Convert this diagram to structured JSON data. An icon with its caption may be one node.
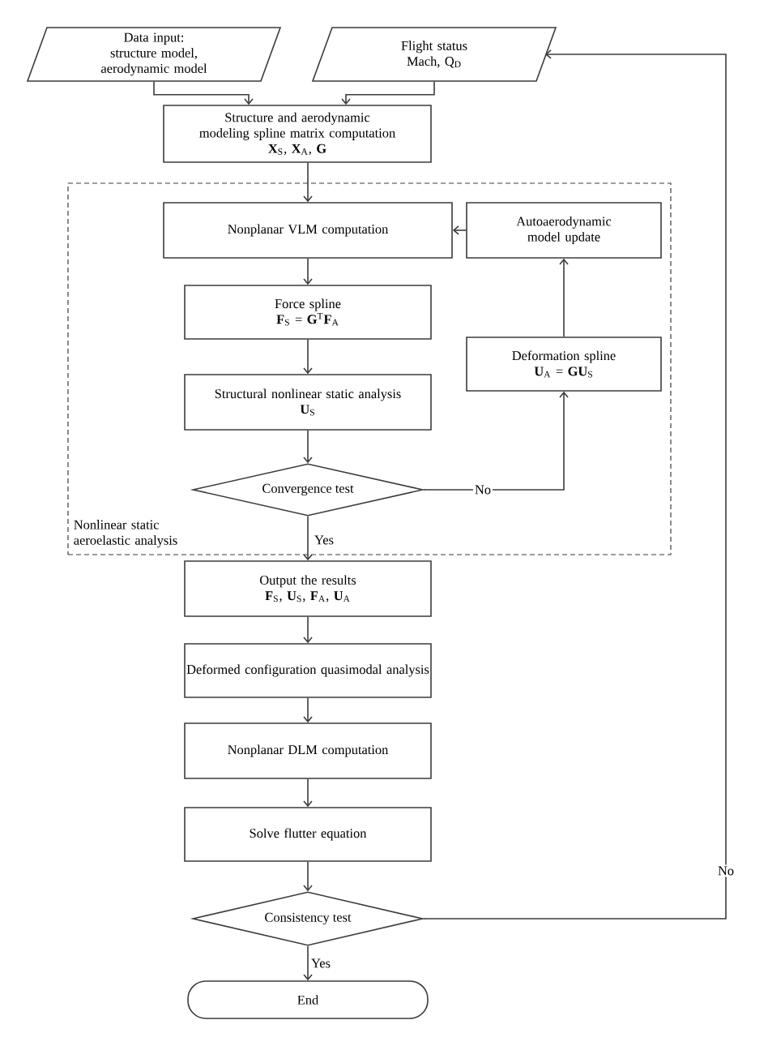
{
  "diagram": {
    "nodes": [
      {
        "text": [
          "Data input: structure model, aerodynamic model"
        ]
      },
      {
        "text": [
          "Flight status Mach, Q$_{D}$"
        ]
      },
      {
        "text": [
          "Structure and aerodynamic modeling spline matrix computation",
          "**X**$_{S}$, **X**$_{A}$, **G**"
        ]
      },
      {
        "text": [
          "Nonlinear static aeroelastic analysis"
        ]
      },
      {
        "text": [
          "Nonplanar VLM computation"
        ],
        "in": 3
      },
      {
        "text": [
          "Autoaerodynamic model update"
        ],
        "in": 3
      },
      {
        "text": [
          "Force spline",
          "**F**$_{S}$ = **G**$^{T}$**F**$_{A}$"
        ],
        "in": 3
      },
      {
        "text": [
          "Structural nonlinear static analysis",
          "**U**$_{S}$"
        ],
        "in": 3
      },
      {
        "text": [
          "Convergence test"
        ],
        "in": 3
      },
      {
        "text": [
          "Deformation spline",
          "**U**$_{A}$ = **GU**$_{S}$"
        ],
        "in": 3
      },
      {
        "text": [
          "Output the results",
          "**F**$_{S}$, **U**$_{S}$, **F**$_{A}$, **U**$_{A}$"
        ]
      },
      {
        "text": [
          "Deformed configuration quasimodal analysis"
        ]
      },
      {
        "text": [
          "Nonplanar DLM computation"
        ]
      },
      {
        "text": [
          "Solve flutter equation"
        ]
      },
      {
        "text": [
          "Consistency test"
        ]
      },
      {
        "text": [
          "End"
        ]
      }
    ],
    "edges": [
      {
        "from": 0,
        "to": 2,
        "arrow": "to"
      },
      {
        "from": 1,
        "to": 2,
        "arrow": "to"
      },
      {
        "from": 2,
        "to": 4,
        "arrow": "to"
      },
      {
        "from": 4,
        "to": 6,
        "arrow": "to"
      },
      {
        "from": 6,
        "to": 7,
        "arrow": "to"
      },
      {
        "from": 7,
        "to": 8,
        "arrow": "to"
      },
      {
        "from": 8,
        "to": 9,
        "arrow": "to",
        "label": "No"
      },
      {
        "from": 9,
        "to": 5,
        "arrow": "to"
      },
      {
        "from": 5,
        "to": 4,
        "arrow": "to"
      },
      {
        "from": 8,
        "to": 10,
        "arrow": "to",
        "label": "Yes"
      },
      {
        "from": 10,
        "to": 11,
        "arrow": "to"
      },
      {
        "from": 11,
        "to": 12,
        "arrow": "to"
      },
      {
        "from": 12,
        "to": 13,
        "arrow": "to"
      },
      {
        "from": 13,
        "to": 14,
        "arrow": "to"
      },
      {
        "from": 14,
        "to": 15,
        "arrow": "to",
        "label": "Yes"
      },
      {
        "from": 14,
        "to": 1,
        "arrow": "to",
        "label": "No"
      }
    ]
  }
}
